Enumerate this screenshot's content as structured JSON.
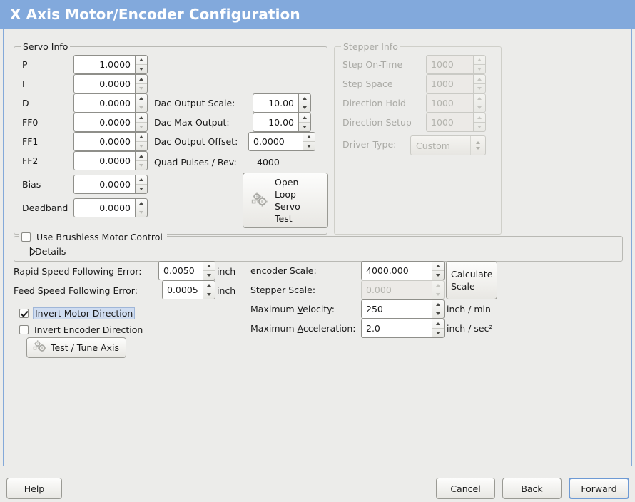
{
  "window": {
    "title": "X Axis Motor/Encoder Configuration",
    "title_bg": "#82a9dc",
    "title_fg": "#ffffff",
    "bg": "#ececea",
    "accent": "#84a9d9"
  },
  "servo_info": {
    "legend": "Servo Info",
    "rows": [
      {
        "label": "P",
        "value": "1.0000",
        "up_enabled": true,
        "down_enabled": true
      },
      {
        "label": "I",
        "value": "0.0000",
        "up_enabled": true,
        "down_enabled": false
      },
      {
        "label": "D",
        "value": "0.0000",
        "up_enabled": true,
        "down_enabled": false
      },
      {
        "label": "FF0",
        "value": "0.0000",
        "up_enabled": true,
        "down_enabled": false
      },
      {
        "label": "FF1",
        "value": "0.0000",
        "up_enabled": true,
        "down_enabled": false
      },
      {
        "label": "FF2",
        "value": "0.0000",
        "up_enabled": true,
        "down_enabled": false
      },
      {
        "label": "Bias",
        "value": "0.0000",
        "up_enabled": true,
        "down_enabled": true
      },
      {
        "label": "Deadband",
        "value": "0.0000",
        "up_enabled": true,
        "down_enabled": false
      }
    ],
    "dac": [
      {
        "label": "Dac Output Scale:",
        "value": "10.00"
      },
      {
        "label": "Dac Max Output:",
        "value": "10.00"
      },
      {
        "label": "Dac Output Offset:",
        "value": "0.0000"
      }
    ],
    "quad_pulses_label": "Quad Pulses / Rev:",
    "quad_pulses_value": "4000",
    "open_loop_button": "Open\nLoop\nServo\nTest",
    "open_loop_lines": [
      "Open",
      "Loop",
      "Servo",
      "Test"
    ],
    "open_loop_icon": "gears-icon"
  },
  "stepper_info": {
    "legend": "Stepper Info",
    "disabled": true,
    "rows": [
      {
        "label": "Step On-Time",
        "value": "1000"
      },
      {
        "label": "Step Space",
        "value": "1000"
      },
      {
        "label": "Direction Hold",
        "value": "1000"
      },
      {
        "label": "Direction Setup",
        "value": "1000"
      }
    ],
    "driver_type_label": "Driver Type:",
    "driver_type_value": "Custom"
  },
  "brushless": {
    "checkbox_label": "Use Brushless Motor Control",
    "checked": false,
    "details_label": "Details",
    "details_expanded": false
  },
  "following_error": {
    "rapid_label": "Rapid Speed Following Error:",
    "rapid_value": "0.0050",
    "rapid_unit": "inch",
    "feed_label": "Feed Speed Following Error:",
    "feed_value": "0.0005",
    "feed_unit": "inch"
  },
  "direction": {
    "invert_motor_label": "Invert Motor Direction",
    "invert_motor_checked": true,
    "invert_motor_focused": true,
    "invert_encoder_label": "Invert Encoder Direction",
    "invert_encoder_checked": false,
    "test_tune_button": "Test / Tune Axis",
    "test_tune_icon": "gears-icon"
  },
  "scaling": {
    "encoder_scale_label": "encoder Scale:",
    "encoder_scale_value": "4000.000",
    "stepper_scale_label": "Stepper Scale:",
    "stepper_scale_value": "0.000",
    "stepper_scale_disabled": true,
    "calculate_button_lines": [
      "Calculate",
      "Scale"
    ],
    "max_velocity_label_pre": "Maximum ",
    "max_velocity_label_mn": "V",
    "max_velocity_label_post": "elocity:",
    "max_velocity_value": "250",
    "max_velocity_unit": "inch / min",
    "max_accel_label_pre": "Maximum ",
    "max_accel_label_mn": "A",
    "max_accel_label_post": "cceleration:",
    "max_accel_value": "2.0",
    "max_accel_unit": "inch / sec²"
  },
  "footer": {
    "help_pre": "",
    "help_mn": "H",
    "help_post": "elp",
    "cancel_pre": "",
    "cancel_mn": "C",
    "cancel_post": "ancel",
    "back_pre": "",
    "back_mn": "B",
    "back_post": "ack",
    "forward_pre": "",
    "forward_mn": "F",
    "forward_post": "orward",
    "forward_focused": true
  }
}
